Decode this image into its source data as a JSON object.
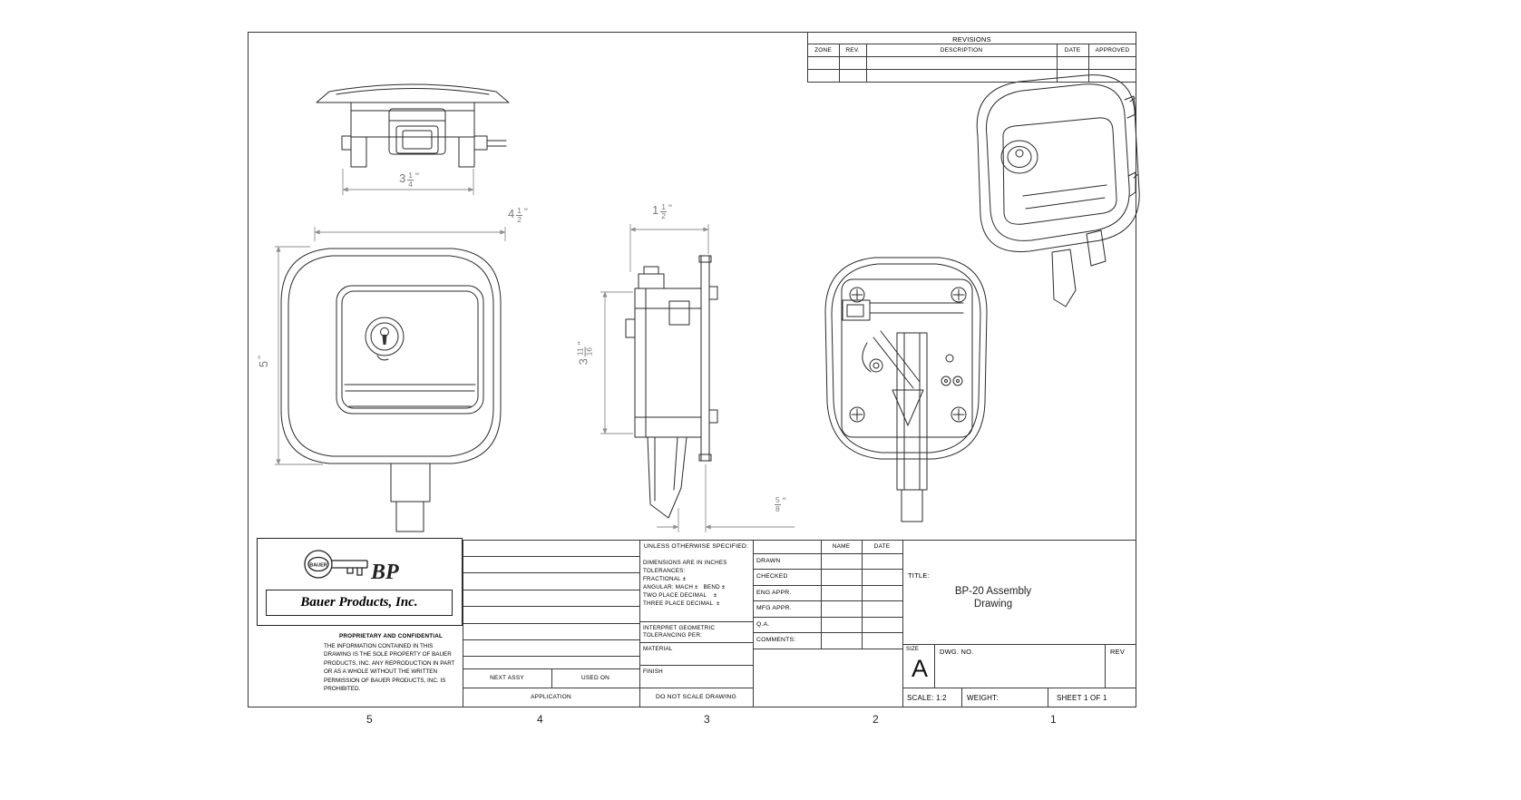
{
  "revisions": {
    "title": "REVISIONS",
    "columns": {
      "zone": "ZONE",
      "rev": "REV.",
      "description": "DESCRIPTION",
      "date": "DATE",
      "approved": "APPROVED"
    }
  },
  "dimensions": {
    "top_width": {
      "whole": "3",
      "num": "1",
      "den": "4",
      "unit": "\""
    },
    "front_width": {
      "whole": "4",
      "num": "1",
      "den": "2",
      "unit": "\""
    },
    "front_height": {
      "whole": "5",
      "unit": "\""
    },
    "side_depth": {
      "whole": "1",
      "num": "1",
      "den": "2",
      "unit": "\""
    },
    "side_height": {
      "whole": "3",
      "num": "11",
      "den": "16",
      "unit": "\""
    },
    "side_offset": {
      "num": "5",
      "den": "8",
      "unit": "\""
    }
  },
  "logo": {
    "oval_text": "BAUER",
    "bp": "BP",
    "company": "Bauer Products, Inc."
  },
  "proprietary": {
    "title": "PROPRIETARY AND CONFIDENTIAL",
    "body": "THE INFORMATION CONTAINED IN THIS DRAWING IS THE SOLE PROPERTY OF BAUER PRODUCTS, INC. ANY REPRODUCTION IN PART OR AS A WHOLE WITHOUT THE WRITTEN PERMISSION OF BAUER PRODUCTS, INC. IS PROHIBITED."
  },
  "application": {
    "next_assy": "NEXT ASSY",
    "used_on": "USED ON",
    "label": "APPLICATION"
  },
  "specs": {
    "unless": "UNLESS OTHERWISE SPECIFIED:",
    "dims_in": "DIMENSIONS ARE IN INCHES",
    "tolerances": "TOLERANCES:",
    "fractional": "FRACTIONAL ±",
    "angular": "ANGULAR: MACH ±   BEND ±",
    "two_place": "TWO PLACE DECIMAL    ±",
    "three_place": "THREE PLACE DECIMAL  ±",
    "interpret_line1": "INTERPRET GEOMETRIC",
    "interpret_line2": "TOLERANCING PER:",
    "material": "MATERIAL",
    "finish": "FINISH",
    "do_not_scale": "DO NOT SCALE DRAWING"
  },
  "signoff": {
    "name_header": "NAME",
    "date_header": "DATE",
    "rows": [
      "DRAWN",
      "CHECKED",
      "ENG APPR.",
      "MFG APPR.",
      "Q.A.",
      "COMMENTS:"
    ]
  },
  "title_block": {
    "title_label": "TITLE:",
    "title_line1": "BP-20 Assembly",
    "title_line2": "Drawing",
    "size_label": "SIZE",
    "size_value": "A",
    "dwg_no_label": "DWG. NO.",
    "rev_label": "REV",
    "scale": "SCALE: 1:2",
    "weight_label": "WEIGHT:",
    "sheet_label": "SHEET 1 OF 1"
  },
  "zones": {
    "bottom": [
      "5",
      "4",
      "3",
      "2",
      "1"
    ]
  }
}
